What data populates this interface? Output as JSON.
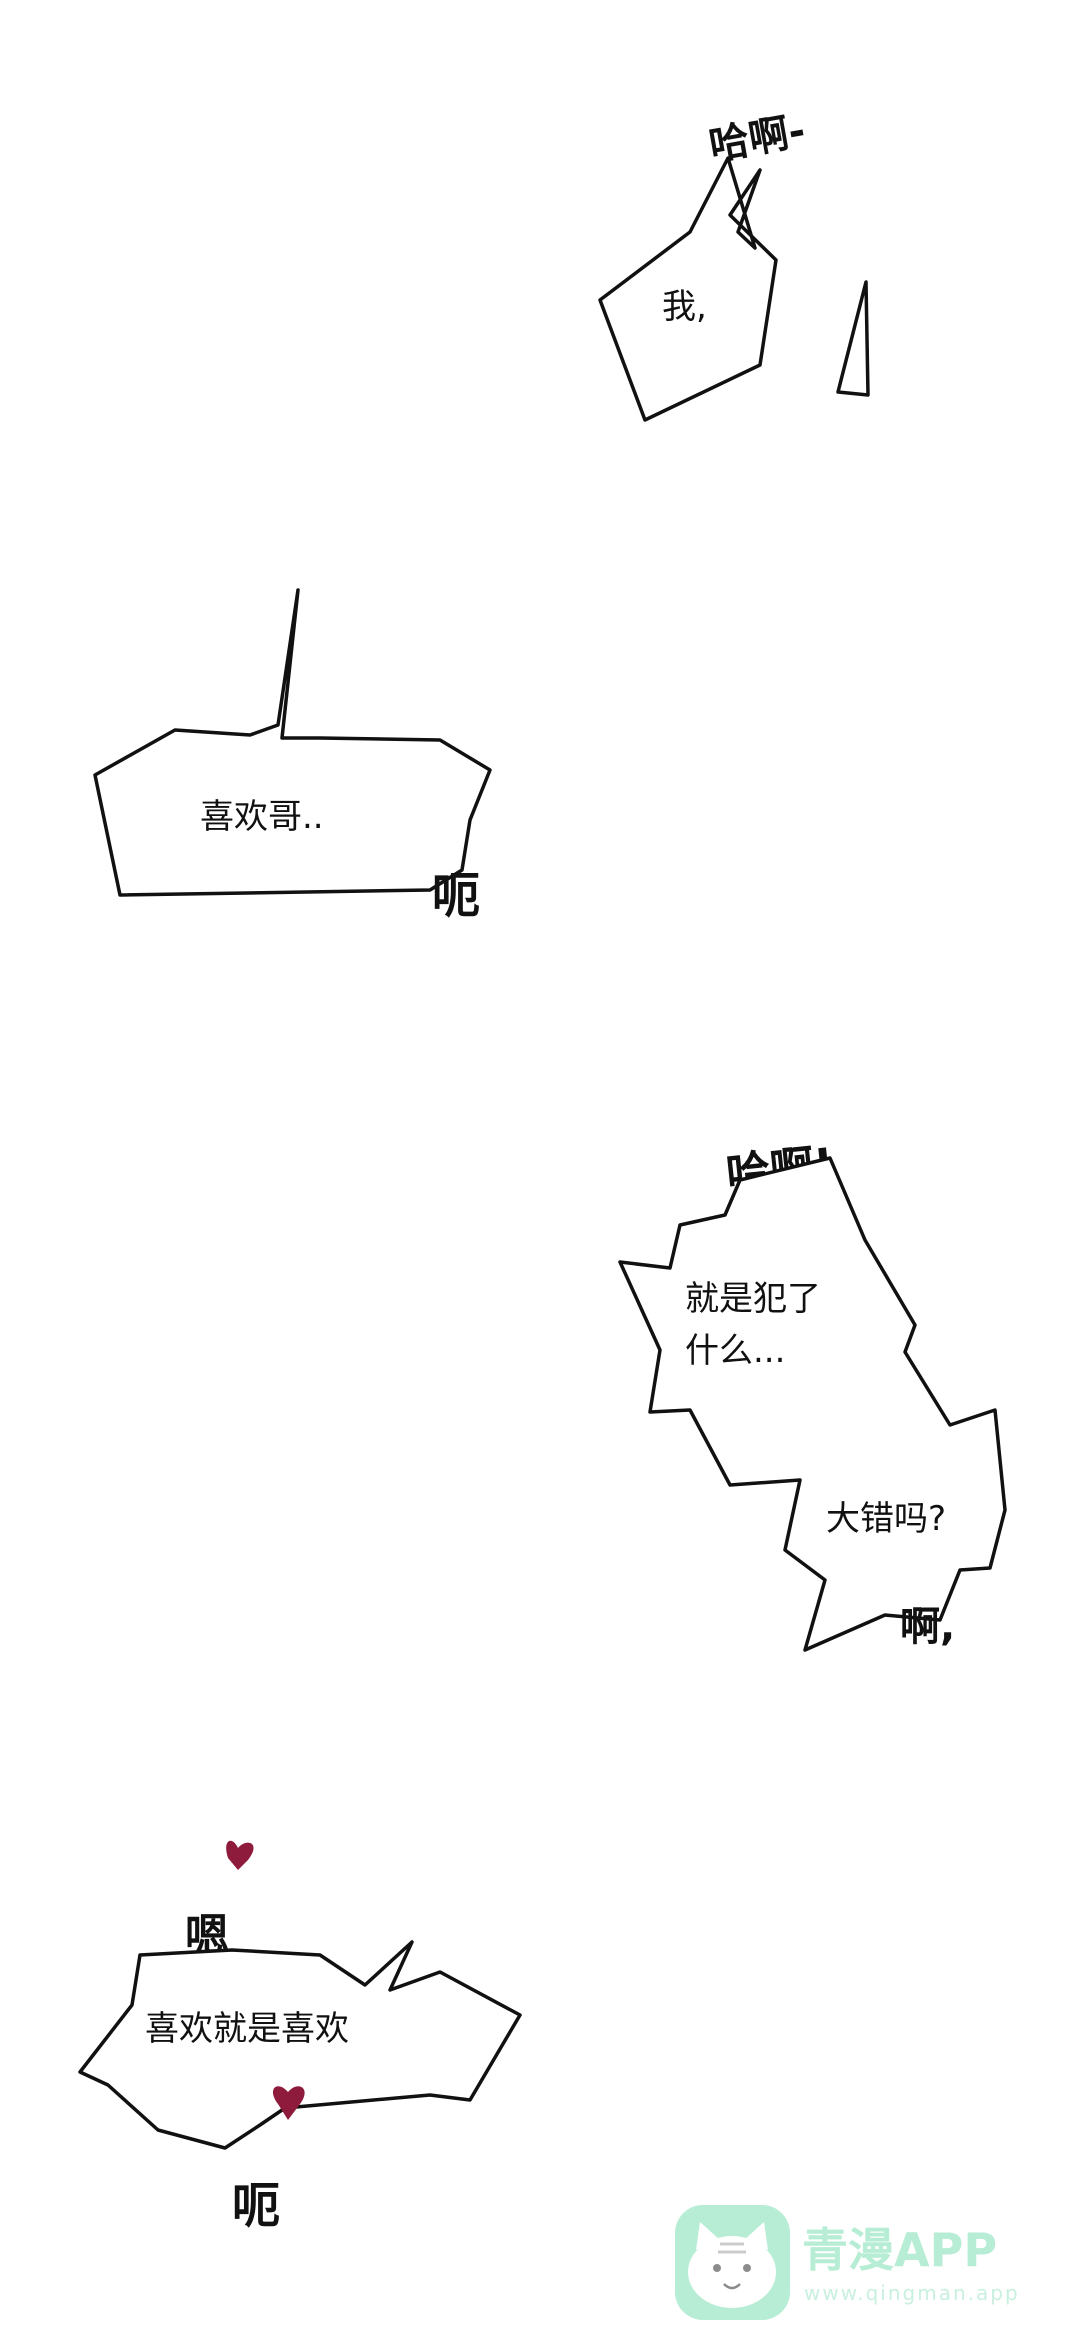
{
  "panel1": {
    "sfx_top": "哈啊-",
    "bubble_text": "我,"
  },
  "panel2": {
    "bubble_text": "喜欢哥..",
    "sfx": "呃"
  },
  "panel3": {
    "sfx_top": "哈啊!",
    "bubble_text_line1": "就是犯了",
    "bubble_text_line2": "什么...",
    "bubble_text_line3": "大错吗?",
    "sfx": "啊,"
  },
  "panel4": {
    "sfx_top": "嗯",
    "bubble_text": "喜欢就是喜欢",
    "sfx": "呃",
    "heart_color": "#8e1b3b"
  },
  "watermark": {
    "name": "青漫APP",
    "url": "www.qingman.app",
    "icon": "cat-icon",
    "color": "#9ee8c6"
  }
}
